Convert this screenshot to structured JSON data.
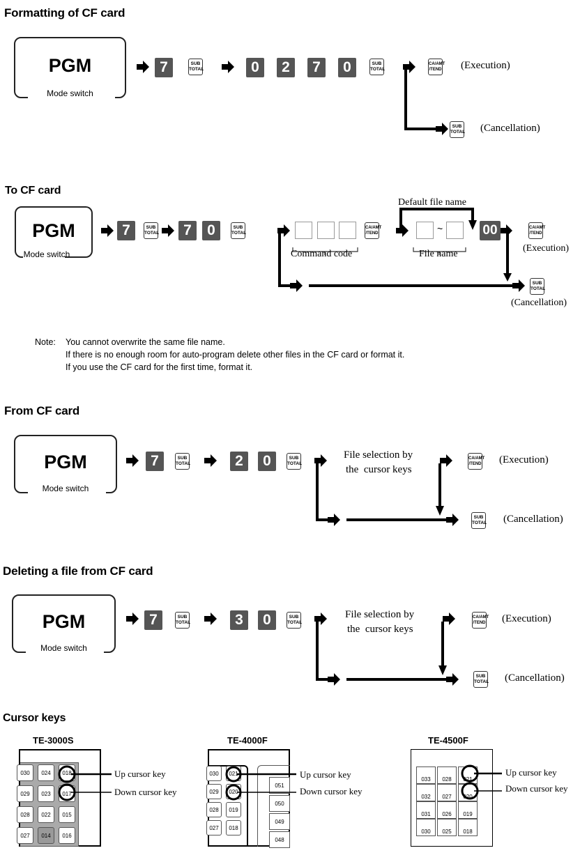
{
  "sections": {
    "format": {
      "title": "Formatting of CF card",
      "mode": {
        "label": "PGM",
        "sub": "Mode switch"
      },
      "keys1": [
        "7"
      ],
      "keys2": [
        "0",
        "2",
        "7",
        "0"
      ],
      "execution": "(Execution)",
      "cancellation": "(Cancellation)"
    },
    "to_cf": {
      "title": "To CF card",
      "mode": {
        "label": "PGM",
        "sub": "Mode switch"
      },
      "keys1": [
        "7"
      ],
      "keys2": [
        "7",
        "0"
      ],
      "command_code": "Command code",
      "default_file_name": "Default file name",
      "file_name": "File name",
      "tilde": "~",
      "double_zero": "00",
      "execution": "(Execution)",
      "cancellation": "(Cancellation)"
    },
    "note": {
      "prefix": "Note:",
      "lines": [
        "You cannot overwrite the same file name.",
        "If there is no enough room for auto-program delete other files in the CF card or format it.",
        "If you use the CF card for the first time, format it."
      ]
    },
    "from_cf": {
      "title": "From CF card",
      "mode": {
        "label": "PGM",
        "sub": "Mode switch"
      },
      "keys1": [
        "7"
      ],
      "keys2": [
        "2",
        "0"
      ],
      "selection": [
        "File selection by",
        "the  cursor keys"
      ],
      "execution": "(Execution)",
      "cancellation": "(Cancellation)"
    },
    "delete": {
      "title": "Deleting a file from CF card",
      "mode": {
        "label": "PGM",
        "sub": "Mode switch"
      },
      "keys1": [
        "7"
      ],
      "keys2": [
        "3",
        "0"
      ],
      "selection": [
        "File selection by",
        "the  cursor keys"
      ],
      "execution": "(Execution)",
      "cancellation": "(Cancellation)"
    },
    "cursor": {
      "title": "Cursor keys",
      "up_label": "Up cursor key",
      "down_label": "Down cursor key",
      "models": [
        {
          "name": "TE-3000S",
          "keys": [
            [
              "030",
              "024",
              "018"
            ],
            [
              "029",
              "023",
              "017"
            ],
            [
              "028",
              "022",
              "015"
            ],
            [
              "027",
              "014",
              "016"
            ]
          ]
        },
        {
          "name": "TE-4000F",
          "keys": [
            [
              "030",
              "021"
            ],
            [
              "029",
              "020"
            ],
            [
              "028",
              "019"
            ],
            [
              "027",
              "018"
            ]
          ],
          "side_keys": [
            "051",
            "050",
            "049",
            "048"
          ]
        },
        {
          "name": "TE-4500F",
          "keys": [
            [
              "033",
              "028",
              "021"
            ],
            [
              "032",
              "027",
              "020"
            ],
            [
              "031",
              "026",
              "019"
            ],
            [
              "030",
              "025",
              "018"
            ]
          ]
        }
      ]
    }
  },
  "key_labels": {
    "subtotal_top": "SUB",
    "subtotal_bottom": "TOTAL",
    "ca_top": "CA/AMT",
    "ca_bottom": "/TEND"
  }
}
